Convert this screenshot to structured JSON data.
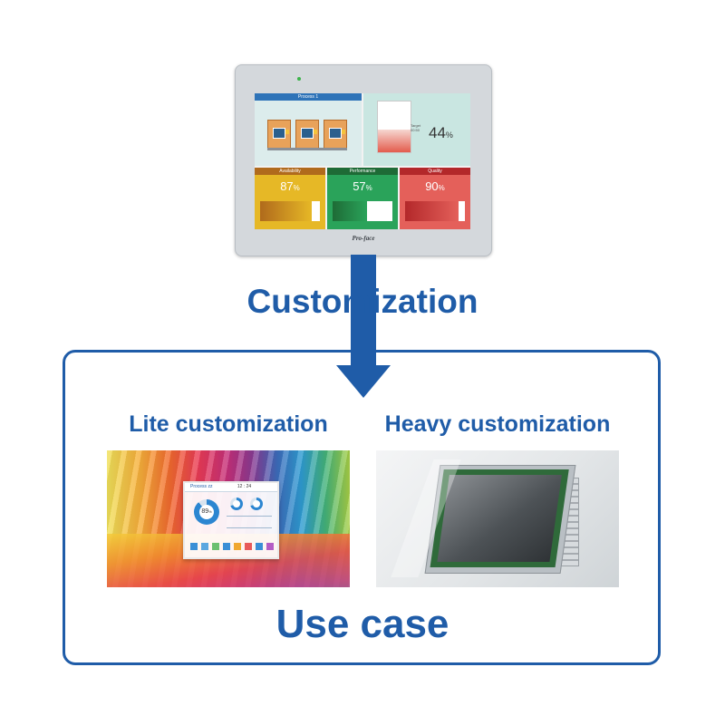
{
  "hmi": {
    "brand": "Pro-face",
    "process_title": "Process 1",
    "target_label_line1": "Target",
    "target_label_line2": "00:50",
    "target_value": "44",
    "target_unit": "%",
    "target_fraction": 0.44,
    "metrics": [
      {
        "name": "Availability",
        "value": "87",
        "unit": "%",
        "fraction": 0.87,
        "color": "#e6b826",
        "fill": "#b06a1c"
      },
      {
        "name": "Performance",
        "value": "57",
        "unit": "%",
        "fraction": 0.57,
        "color": "#2aa35a",
        "fill": "#1e6b36"
      },
      {
        "name": "Quality",
        "value": "90",
        "unit": "%",
        "fraction": 0.9,
        "color": "#e4605a",
        "fill": "#b3282a"
      }
    ]
  },
  "labels": {
    "customization": "Customization",
    "lite": "Lite customization",
    "heavy": "Heavy customization",
    "use_case": "Use case"
  },
  "lite_screen": {
    "header_left": "Process zz",
    "header_time": "12 : 24",
    "gauge_value": "89",
    "gauge_unit": "%",
    "gauge_fraction": 0.89
  },
  "colors": {
    "accent_blue": "#1f5ca8"
  }
}
